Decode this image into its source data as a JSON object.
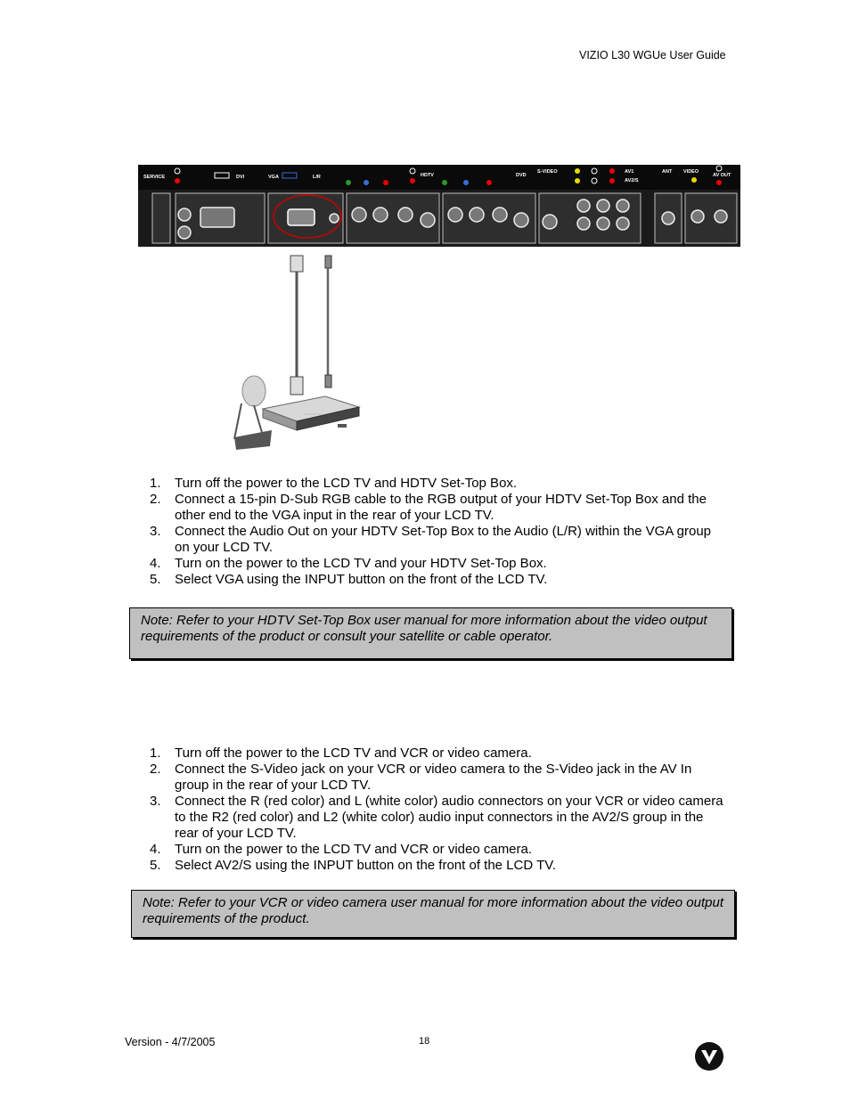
{
  "header": {
    "title": "VIZIO L30 WGUe User Guide"
  },
  "figure": {
    "panel_labels": [
      "SERVICE",
      "DVI",
      "VGA",
      "L/R",
      "HDTV",
      "DVD",
      "S-VIDEO",
      "AV1",
      "AV2/S",
      "ANT",
      "VIDEO",
      "AV OUT"
    ],
    "highlight_color": "#cc0000"
  },
  "section1": {
    "steps": [
      "Turn off the power to the LCD TV and HDTV Set-Top Box.",
      "Connect a 15-pin D-Sub RGB cable to the RGB output of your HDTV Set-Top Box and the other end to the VGA input in the rear of your LCD TV.",
      "Connect the Audio Out on your HDTV Set-Top Box to the Audio (L/R) within the VGA group on your LCD TV.",
      "Turn on the power to the LCD TV and your HDTV Set-Top Box.",
      "Select VGA using the INPUT button on the front of the LCD TV."
    ],
    "note": "Note: Refer to your HDTV Set-Top Box user manual for more information about the video output requirements of the product or consult your satellite or cable operator."
  },
  "section2": {
    "steps": [
      "Turn off the power to the LCD TV and VCR or video camera.",
      "Connect the S-Video jack on your VCR or video camera to the S-Video jack in the AV In group in the rear of your LCD TV.",
      "Connect the R (red color) and L (white color) audio connectors on your VCR or video camera to the R2 (red color) and L2 (white color) audio input connectors in the AV2/S group in the rear of your LCD TV.",
      "Turn on the power to the LCD TV and VCR or video camera.",
      "Select AV2/S using the INPUT button on the front of the LCD TV."
    ],
    "note": "Note:  Refer to your VCR or video camera user manual for more information about the video output requirements of the product."
  },
  "footer": {
    "version": "Version - 4/7/2005",
    "page_number": "18"
  }
}
